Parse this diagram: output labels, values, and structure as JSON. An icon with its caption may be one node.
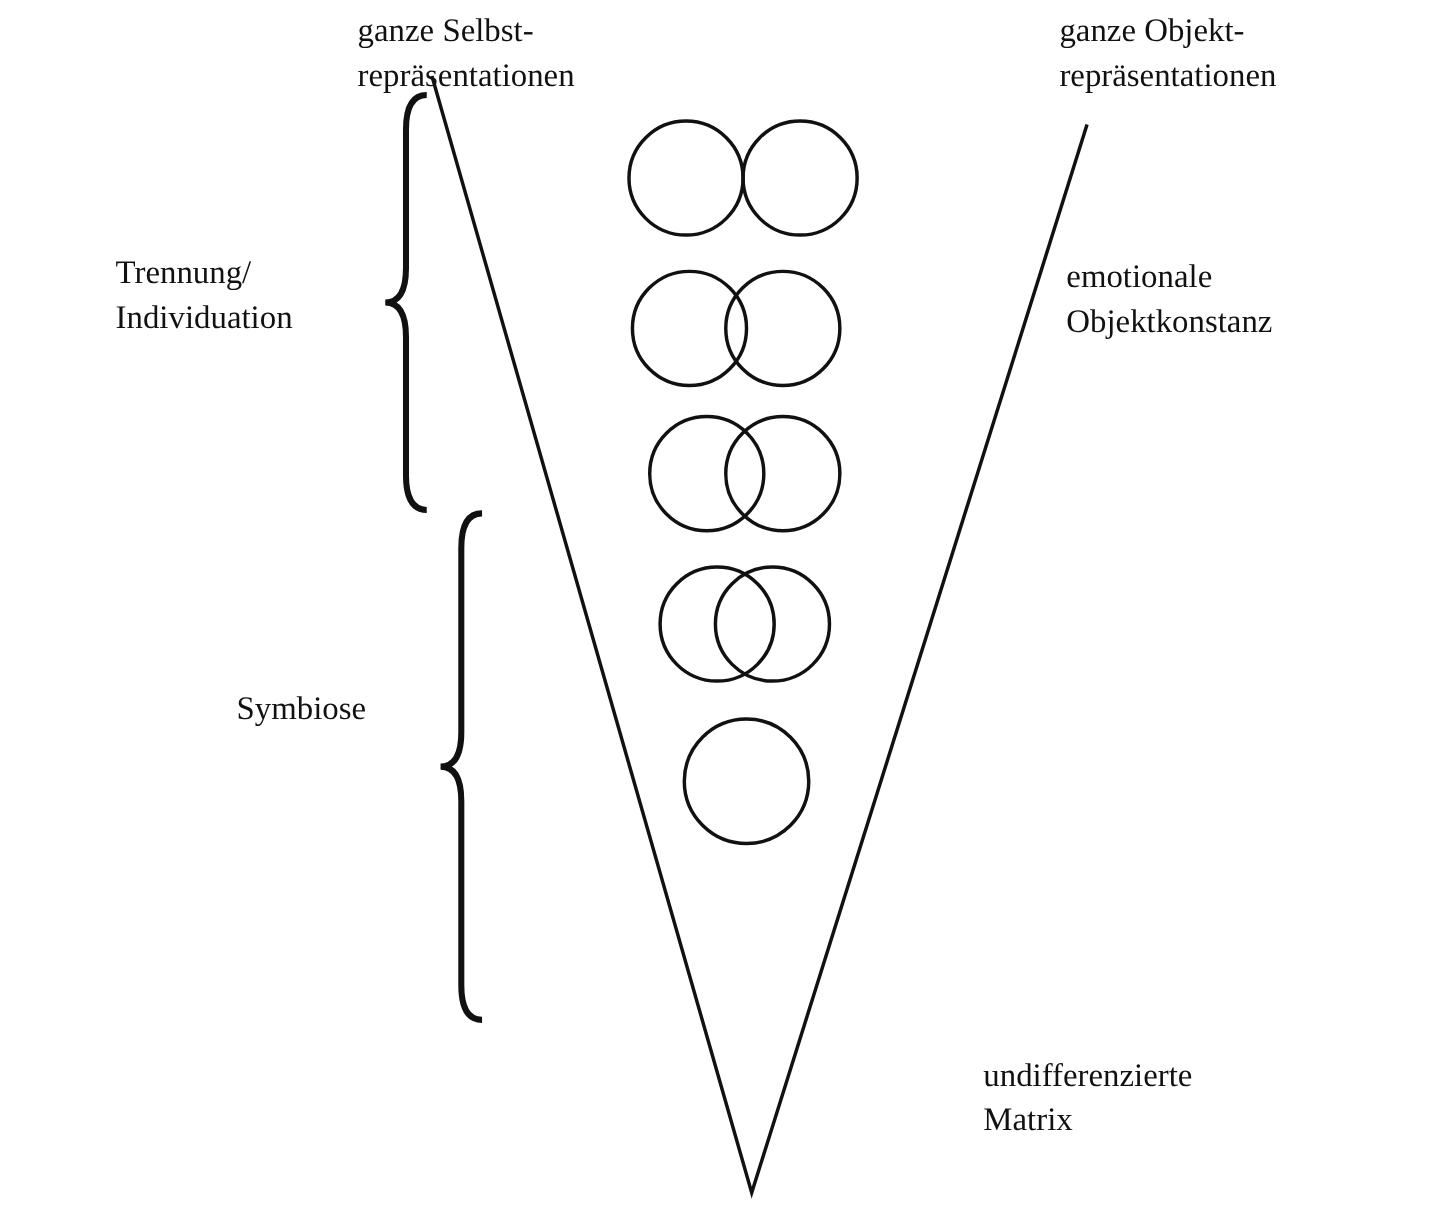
{
  "diagram": {
    "labels": [
      "ganze Selbst- repräsentationen",
      "ganze Objekt- repräsentationen",
      "Trennung/ Individuation",
      "emotionale Objektkonstanz",
      "Symbiose",
      "undifferenzierte Matrix"
    ]
  }
}
